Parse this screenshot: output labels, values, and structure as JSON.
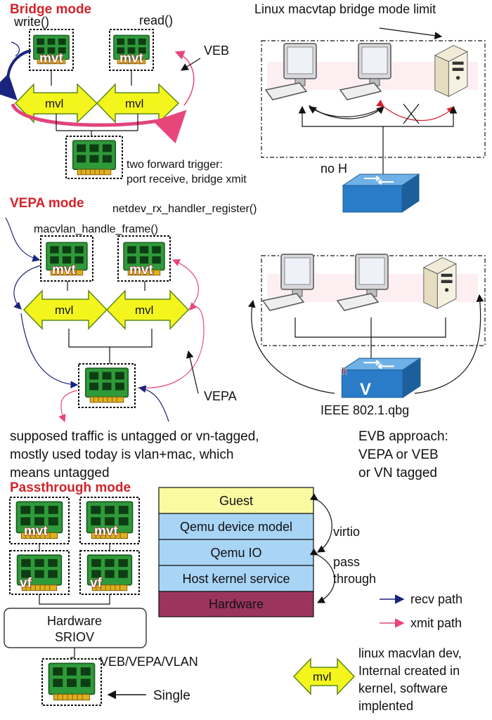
{
  "bridge": {
    "title": "Bridge mode",
    "write": "write()",
    "read": "read()",
    "veb": "VEB",
    "mvt": "mvt",
    "mvl": "mvl",
    "trigger_line1": "two forward trigger:",
    "trigger_line2": "port receive, bridge xmit",
    "limit_title": "Linux macvtap bridge mode limit",
    "no_h": "no H"
  },
  "vepa": {
    "title": "VEPA mode",
    "register": "netdev_rx_handler_register()",
    "handle_frame": "macvlan_handle_frame()",
    "mvt": "mvt",
    "mvl": "mvl",
    "vepa_label": "VEPA",
    "ieee": "IEEE 802.1.qbg",
    "switch_h": "h",
    "switch_v": "V"
  },
  "notes": {
    "line1": "supposed traffic is untagged or vn-tagged,",
    "line2": "mostly used today is vlan+mac, which",
    "line3": "means untagged",
    "evb1": "EVB approach:",
    "evb2": "VEPA or VEB",
    "evb3": "or VN tagged"
  },
  "passthrough": {
    "title": "Passthrough mode",
    "mvt": "mvt",
    "vf": "vf",
    "hw1": "Hardware",
    "hw2": "SRIOV",
    "veb_vepa_vlan": "VEB/VEPA/VLAN",
    "single": "Single"
  },
  "stack": {
    "layers": [
      "Guest",
      "Qemu device model",
      "Qemu IO",
      "Host kernel service",
      "Hardware"
    ],
    "colors": [
      "#fafaa0",
      "#a8d4f5",
      "#a8d4f5",
      "#a8d4f5",
      "#9b3560"
    ],
    "virtio": "virtio",
    "pass": "pass",
    "through": "through"
  },
  "legend": {
    "recv": "recv path",
    "xmit": "xmit path",
    "recv_color": "#1a237e",
    "xmit_color": "#e8457a",
    "mvl": "mvl",
    "mvl_desc1": "linux macvlan dev,",
    "mvl_desc2": "Internal created in",
    "mvl_desc3": "kernel, software",
    "mvl_desc4": "implented"
  }
}
